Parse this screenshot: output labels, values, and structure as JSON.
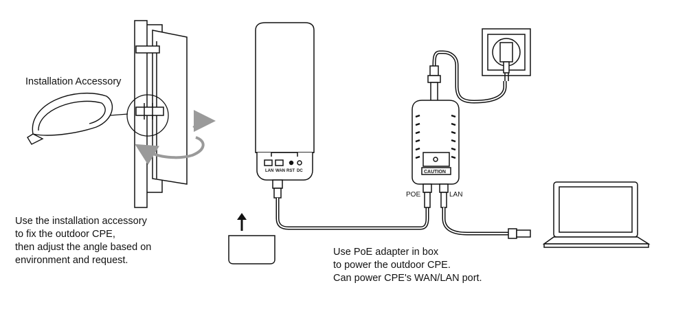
{
  "accessory_title": "Installation Accessory",
  "left_caption": [
    "Use the installation accessory",
    "to fix the outdoor CPE,",
    "then adjust the angle based on",
    "environment and request."
  ],
  "right_caption": [
    "Use PoE adapter in box",
    "to power the outdoor CPE.",
    "Can power CPE's WAN/LAN port."
  ],
  "cpe_ports": [
    "LAN",
    "WAN",
    "RST",
    "DC"
  ],
  "adapter": {
    "caution": "CAUTION",
    "poe_label": "POE",
    "lan_label": "LAN"
  },
  "icons": [
    "mounting-bracket-icon",
    "cable-tie-icon",
    "rotate-arrow-icon",
    "outdoor-cpe-icon",
    "poe-adapter-icon",
    "wall-socket-icon",
    "laptop-icon",
    "rj45-plug-icon",
    "up-arrow-icon"
  ],
  "colors": {
    "line": "#111111",
    "background": "#ffffff",
    "arrow": "#9a9a9a"
  }
}
